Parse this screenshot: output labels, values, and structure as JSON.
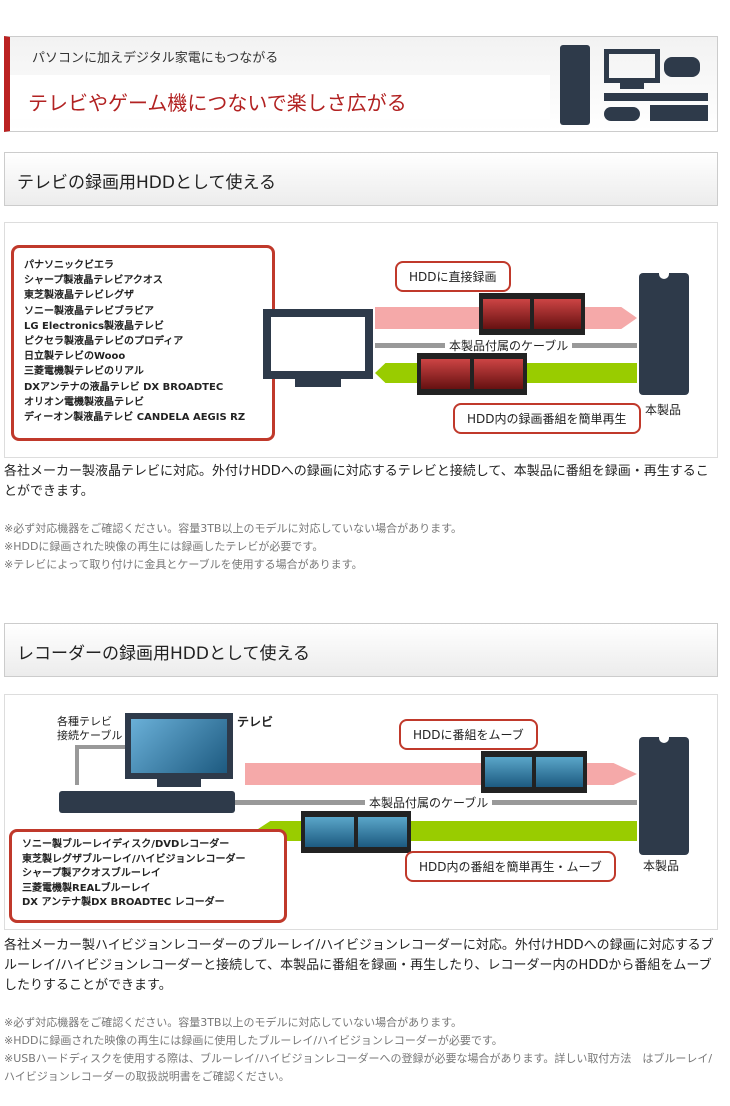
{
  "banner": {
    "subtitle": "パソコンに加えデジタル家電にもつながる",
    "title": "テレビやゲーム機につないで楽しさ広がる"
  },
  "section1": {
    "title": "テレビの録画用HDDとして使える",
    "tv_list": [
      "パナソニックビエラ",
      "シャープ製液晶テレビアクオス",
      "東芝製液晶テレビレグザ",
      "ソニー製液晶テレビブラビア",
      "LG Electronics製液晶テレビ",
      "ピクセラ製液晶テレビのプロディア",
      "日立製テレビのWooo",
      "三菱電機製テレビのリアル",
      "DXアンテナの液晶テレビ DX BROADTEC",
      "オリオン電機製液晶テレビ",
      "ディーオン製液晶テレビ CANDELA AEGIS RZ"
    ],
    "callout_record": "HDDに直接録画",
    "cable_label": "本製品付属のケーブル",
    "callout_play": "HDD内の録画番組を簡単再生",
    "product_label": "本製品",
    "description": "各社メーカー製液晶テレビに対応。外付けHDDへの録画に対応するテレビと接続して、本製品に番組を録画・再生することができます。",
    "notes": [
      "※必ず対応機器をご確認ください。容量3TB以上のモデルに対応していない場合があります。",
      "※HDDに録画された映像の再生には録画したテレビが必要です。",
      "※テレビによって取り付けに金具とケーブルを使用する場合があります。"
    ]
  },
  "section2": {
    "title": "レコーダーの録画用HDDとして使える",
    "cable_caption": "各種テレビ\n接続ケーブル",
    "tv_label": "テレビ",
    "recorder_list": [
      "ソニー製ブルーレイディスク/DVDレコーダー",
      "東芝製レグザブルーレイ/ハイビジョンレコーダー",
      "シャープ製アクオスブルーレイ",
      "三菱電機製REALブルーレイ",
      "DX アンテナ製DX BROADTEC レコーダー"
    ],
    "callout_move": "HDDに番組をムーブ",
    "cable_label": "本製品付属のケーブル",
    "callout_play": "HDD内の番組を簡単再生・ムーブ",
    "product_label": "本製品",
    "description": "各社メーカー製ハイビジョンレコーダーのブルーレイ/ハイビジョンレコーダーに対応。外付けHDDへの録画に対応するブルーレイ/ハイビジョンレコーダーと接続して、本製品に番組を録画・再生したり、レコーダー内のHDDから番組をムーブしたりすることができます。",
    "notes": [
      "※必ず対応機器をご確認ください。容量3TB以上のモデルに対応していない場合があります。",
      "※HDDに録画された映像の再生には録画に使用したブルーレイ/ハイビジョンレコーダーが必要です。",
      "※USBハードディスクを使用する際は、ブルーレイ/ハイビジョンレコーダーへの登録が必要な場合があります。詳しい取付方法　はブルーレイ/ハイビジョンレコーダーの取扱説明書をご確認ください。"
    ]
  }
}
